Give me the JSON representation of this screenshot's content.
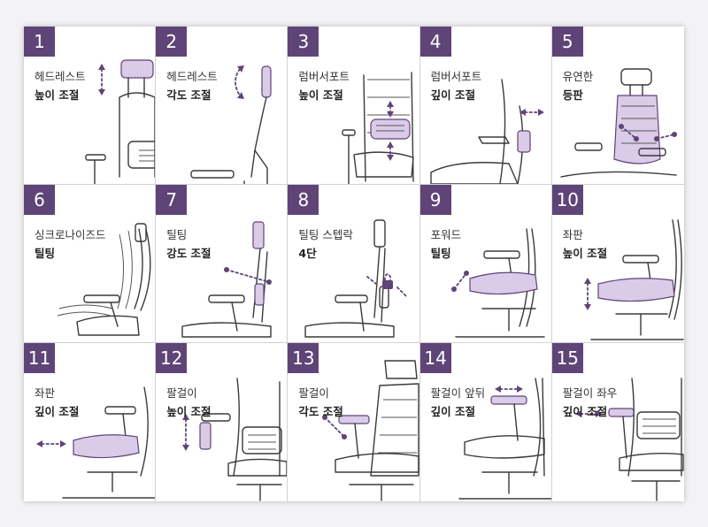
{
  "accent_color": "#5f4478",
  "highlight_color": "#dacbe8",
  "cells": [
    {
      "number": "1",
      "line1": "헤드레스트",
      "line2": "높이 조절",
      "icon": "headrest-height-adjust-icon"
    },
    {
      "number": "2",
      "line1": "헤드레스트",
      "line2": "각도 조절",
      "icon": "headrest-angle-adjust-icon"
    },
    {
      "number": "3",
      "line1": "럼버서포트",
      "line2": "높이 조절",
      "icon": "lumbar-height-adjust-icon"
    },
    {
      "number": "4",
      "line1": "럼버서포트",
      "line2": "깊이 조절",
      "icon": "lumbar-depth-adjust-icon"
    },
    {
      "number": "5",
      "line1": "유연한",
      "line2": "등판",
      "icon": "flexible-backrest-icon"
    },
    {
      "number": "6",
      "line1": "싱크로나이즈드",
      "line2": "틸팅",
      "icon": "synchro-tilt-icon"
    },
    {
      "number": "7",
      "line1": "틸팅",
      "line2": "강도 조절",
      "icon": "tilt-tension-icon"
    },
    {
      "number": "8",
      "line1": "틸팅 스텝락",
      "line2": "4단",
      "icon": "tilt-step-lock-icon"
    },
    {
      "number": "9",
      "line1": "포워드",
      "line2": "틸팅",
      "icon": "forward-tilt-icon"
    },
    {
      "number": "10",
      "line1": "좌판",
      "line2": "높이 조절",
      "icon": "seat-height-adjust-icon"
    },
    {
      "number": "11",
      "line1": "좌판",
      "line2": "깊이 조절",
      "icon": "seat-depth-adjust-icon"
    },
    {
      "number": "12",
      "line1": "팔걸이",
      "line2": "높이 조절",
      "icon": "armrest-height-adjust-icon"
    },
    {
      "number": "13",
      "line1": "팔걸이",
      "line2": "각도 조절",
      "icon": "armrest-angle-adjust-icon"
    },
    {
      "number": "14",
      "line1": "팔걸이 앞뒤",
      "line2": "깊이 조절",
      "icon": "armrest-fore-aft-icon"
    },
    {
      "number": "15",
      "line1": "팔걸이 좌우",
      "line2": "깊이 조절",
      "icon": "armrest-width-adjust-icon"
    }
  ]
}
